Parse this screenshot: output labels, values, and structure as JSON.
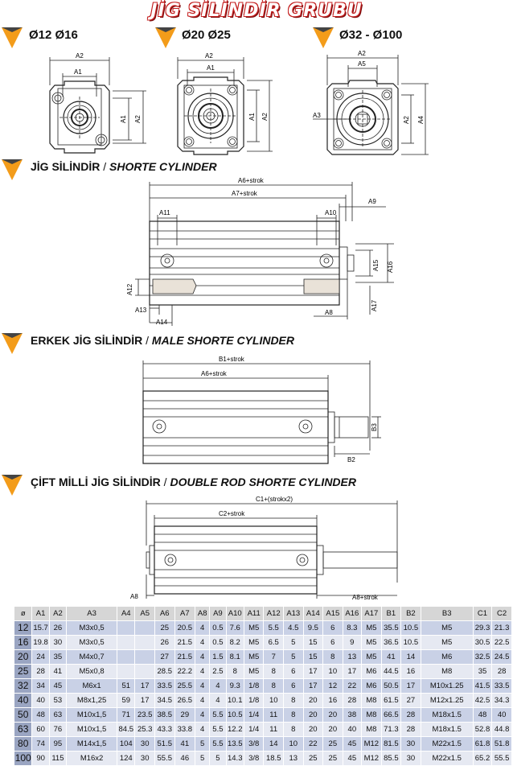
{
  "title": "JİG SİLİNDİR GRUBU",
  "size_groups": [
    {
      "label": "Ø12  Ø16"
    },
    {
      "label": "Ø20   Ø25"
    },
    {
      "label": "Ø32 - Ø100"
    }
  ],
  "front_view_labels": {
    "a1": "A1",
    "a2": "A2",
    "a3": "A3",
    "a4": "A4",
    "a5": "A5"
  },
  "sections": [
    {
      "tr": "JİG SİLİNDİR",
      "sep": " / ",
      "en": "SHORTE CYLINDER"
    },
    {
      "tr": "ERKEK JİG SİLİNDİR",
      "sep": " / ",
      "en": "MALE SHORTE CYLINDER"
    },
    {
      "tr": "ÇİFT MİLLİ JİG SİLİNDİR",
      "sep": " / ",
      "en": "DOUBLE ROD SHORTE CYLINDER"
    }
  ],
  "shorte_labels": {
    "a6": "A6+strok",
    "a7": "A7+strok",
    "a9": "A9",
    "a10": "A10",
    "a11": "A11",
    "a12": "A12",
    "a13": "A13",
    "a14": "A14",
    "a8": "A8",
    "a15": "A15",
    "a16": "A16",
    "a17": "A17"
  },
  "male_labels": {
    "b1": "B1+strok",
    "a6": "A6+strok",
    "b2": "B2",
    "b3": "B3"
  },
  "double_labels": {
    "c1": "C1+(strokx2)",
    "c2": "C2+strok",
    "a8left": "A8",
    "a8right": "A8+strok"
  },
  "colors": {
    "marker": "#f39c1a",
    "title": "#c41e1e",
    "row_odd": "#c9d1e6",
    "row_even": "#e6e9f2",
    "header": "#d6d6d6"
  },
  "table": {
    "headers": [
      "ø",
      "A1",
      "A2",
      "A3",
      "A4",
      "A5",
      "A6",
      "A7",
      "A8",
      "A9",
      "A10",
      "A11",
      "A12",
      "A13",
      "A14",
      "A15",
      "A16",
      "A17",
      "B1",
      "B2",
      "B3",
      "C1",
      "C2"
    ],
    "rows": [
      [
        "12",
        "15.7",
        "26",
        "M3x0,5",
        "",
        "",
        "25",
        "20.5",
        "4",
        "0.5",
        "7.6",
        "M5",
        "5.5",
        "4.5",
        "9.5",
        "6",
        "8.3",
        "M5",
        "35.5",
        "10.5",
        "M5",
        "29.3",
        "21.3"
      ],
      [
        "16",
        "19.8",
        "30",
        "M3x0,5",
        "",
        "",
        "26",
        "21.5",
        "4",
        "0.5",
        "8.2",
        "M5",
        "6.5",
        "5",
        "15",
        "6",
        "9",
        "M5",
        "36.5",
        "10.5",
        "M5",
        "30.5",
        "22.5"
      ],
      [
        "20",
        "24",
        "35",
        "M4x0,7",
        "",
        "",
        "27",
        "21.5",
        "4",
        "1.5",
        "8.1",
        "M5",
        "7",
        "5",
        "15",
        "8",
        "13",
        "M5",
        "41",
        "14",
        "M6",
        "32.5",
        "24.5"
      ],
      [
        "25",
        "28",
        "41",
        "M5x0,8",
        "",
        "",
        "28.5",
        "22.2",
        "4",
        "2.5",
        "8",
        "M5",
        "8",
        "6",
        "17",
        "10",
        "17",
        "M6",
        "44.5",
        "16",
        "M8",
        "35",
        "28"
      ],
      [
        "32",
        "34",
        "45",
        "M6x1",
        "51",
        "17",
        "33.5",
        "25.5",
        "4",
        "4",
        "9.3",
        "1/8",
        "8",
        "6",
        "17",
        "12",
        "22",
        "M6",
        "50.5",
        "17",
        "M10x1.25",
        "41.5",
        "33.5"
      ],
      [
        "40",
        "40",
        "53",
        "M8x1,25",
        "59",
        "17",
        "34.5",
        "26.5",
        "4",
        "4",
        "10.1",
        "1/8",
        "10",
        "8",
        "20",
        "16",
        "28",
        "M8",
        "61.5",
        "27",
        "M12x1.25",
        "42.5",
        "34.3"
      ],
      [
        "50",
        "48",
        "63",
        "M10x1,5",
        "71",
        "23.5",
        "38.5",
        "29",
        "4",
        "5.5",
        "10.5",
        "1/4",
        "11",
        "8",
        "20",
        "20",
        "38",
        "M8",
        "66.5",
        "28",
        "M18x1.5",
        "48",
        "40"
      ],
      [
        "63",
        "60",
        "76",
        "M10x1,5",
        "84.5",
        "25.3",
        "43.3",
        "33.8",
        "4",
        "5.5",
        "12.2",
        "1/4",
        "11",
        "8",
        "20",
        "20",
        "40",
        "M8",
        "71.3",
        "28",
        "M18x1.5",
        "52.8",
        "44.8"
      ],
      [
        "80",
        "74",
        "95",
        "M14x1,5",
        "104",
        "30",
        "51.5",
        "41",
        "5",
        "5.5",
        "13.5",
        "3/8",
        "14",
        "10",
        "22",
        "25",
        "45",
        "M12",
        "81.5",
        "30",
        "M22x1.5",
        "61.8",
        "51.8"
      ],
      [
        "100",
        "90",
        "115",
        "M16x2",
        "124",
        "30",
        "55.5",
        "46",
        "5",
        "5",
        "14.3",
        "3/8",
        "18.5",
        "13",
        "25",
        "25",
        "45",
        "M12",
        "85.5",
        "30",
        "M22x1.5",
        "65.2",
        "55.5"
      ]
    ]
  }
}
